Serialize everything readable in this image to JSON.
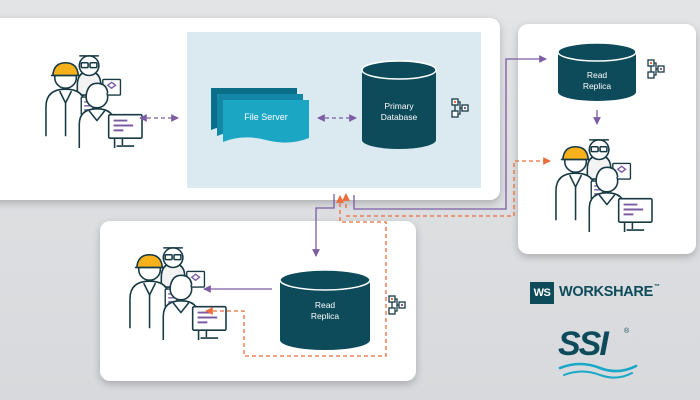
{
  "nodes": {
    "file_server": "File Server",
    "primary_database": "Primary Database",
    "read_replica_right": "Read Replica",
    "read_replica_bottom": "Read Replica"
  },
  "logos": {
    "workshare": "WORKSHARE",
    "workshare_badge": "WS",
    "workshare_tm": "™",
    "ssi": "SSI",
    "ssi_reg": "®"
  },
  "colors": {
    "database_dark": "#0d4a5a",
    "file_server_teal": "#1ba6c4",
    "sync_purple": "#7b5ca3",
    "replication_orange": "#ee6b3b",
    "hardhat_yellow": "#f7b21b"
  },
  "icons": [
    "worker-group-icon",
    "network-icon",
    "monitor-icon",
    "wave-icon"
  ]
}
